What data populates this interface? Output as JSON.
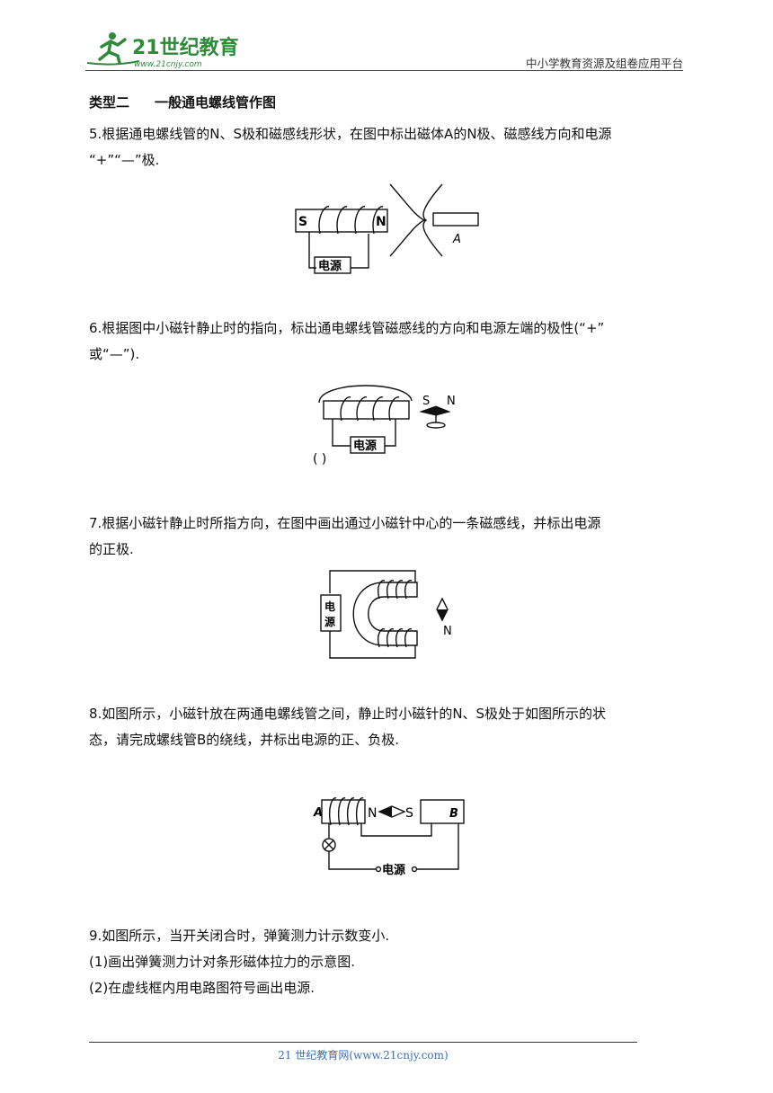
{
  "header": {
    "logo_text": "21世纪教育",
    "logo_url_text": "www.21cnjy.com",
    "platform": "中小学教育资源及组卷应用平台",
    "brand_color": "#2e8b3a"
  },
  "section": {
    "label": "类型二",
    "title": "一般通电螺线管作图"
  },
  "questions": [
    {
      "line1": "5.根据通电螺线管的N、S极和磁感线形状，在图中标出磁体A的N极、磁感线方向和电源",
      "line2": "“+”“—”极."
    },
    {
      "line1": "6.根据图中小磁针静止时的指向，标出通电螺线管磁感线的方向和电源左端的极性(“+”",
      "line2": "或“—”)."
    },
    {
      "line1": "7.根据小磁针静止时所指方向，在图中画出通过小磁针中心的一条磁感线，并标出电源",
      "line2": "的正极."
    },
    {
      "line1": "8.如图所示，小磁针放在两通电螺线管之间，静止时小磁针的N、S极处于如图所示的状",
      "line2": "态，请完成螺线管B的绕线，并标出电源的正、负极."
    },
    {
      "line1": "9.如图所示，当开关闭合时，弹簧测力计示数变小.",
      "line2": "(1)画出弹簧测力计对条形磁体拉力的示意图.",
      "line3": "(2)在虚线框内用电路图符号画出电源."
    }
  ],
  "figures": {
    "fig5": {
      "s": "S",
      "n": "N",
      "magnet": "A",
      "source": "电源"
    },
    "fig6": {
      "s": "S",
      "n": "N",
      "source": "电源",
      "paren": "(    )"
    },
    "fig7": {
      "source_top": "电",
      "source_bottom": "源",
      "n": "N"
    },
    "fig8": {
      "a": "A",
      "b": "B",
      "n": "N",
      "s": "S",
      "source": "电源"
    }
  },
  "footer": {
    "text": "21 世纪教育网(www.21cnjy.com)"
  }
}
